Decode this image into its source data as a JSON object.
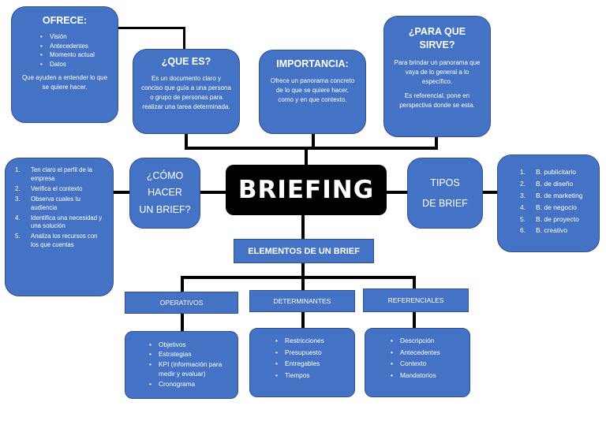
{
  "center": {
    "title": "BRIEFING"
  },
  "ofrece": {
    "title": "OFRECE:",
    "items": [
      "Visión",
      "Antecedentes",
      "Momento actual",
      "Datos"
    ],
    "text": "Que ayuden a entender lo que se quiere hacer."
  },
  "que_es": {
    "title": "¿QUE ES?",
    "text": "Es un documento claro y conciso que guía a una persona o grupo de personas para realizar una tarea determinada."
  },
  "importancia": {
    "title": "IMPORTANCIA:",
    "text": "Ofrece un panorama concreto de lo que se quiere hacer, como y en que contexto."
  },
  "para_que_sirve": {
    "title_line1": "¿PARA QUE",
    "title_line2": "SIRVE?",
    "text1": "Para brindar un panorama que vaya de lo general a lo específico.",
    "text2": "Es referencial, pone en perspectiva donde se esta."
  },
  "como_hacer": {
    "title_line1": "¿CÓMO",
    "title_line2": "HACER",
    "title_line3": "UN BRIEF?",
    "steps": [
      {
        "num": "1.",
        "text": "Ten claro el perfil de la empresa"
      },
      {
        "num": "2.",
        "text": "Verifica el contexto"
      },
      {
        "num": "3.",
        "text": "Observa cuales tu audiencia"
      },
      {
        "num": "4.",
        "text": "Identifica una necesidad y una solución"
      },
      {
        "num": "5.",
        "text": "Analiza los recursos con los que cuentas"
      }
    ]
  },
  "tipos": {
    "title_line1": "TIPOS",
    "title_line2": "DE BRIEF",
    "items": [
      {
        "num": "1.",
        "text": "B. publicitario"
      },
      {
        "num": "2.",
        "text": "B. de diseño"
      },
      {
        "num": "3.",
        "text": "B. de marketing"
      },
      {
        "num": "4.",
        "text": "B. de negocio"
      },
      {
        "num": "5.",
        "text": "B. de proyecto"
      },
      {
        "num": "6.",
        "text": "B. creativo"
      }
    ]
  },
  "elementos": {
    "title": "ELEMENTOS DE UN BRIEF"
  },
  "operativos": {
    "title": "OPERATIVOS",
    "items": [
      "Objetivos",
      "Estrategias",
      "KPI (información para medir y evaluar)",
      "Cronograma"
    ]
  },
  "determinantes": {
    "title": "DETERMINANTES",
    "items": [
      "Restricciones",
      "Presupuesto",
      "Entregables",
      "Tiempos"
    ]
  },
  "referenciales": {
    "title": "REFERENCIALES",
    "items": [
      "Descripción",
      "Antecedentes",
      "Contexto",
      "Mandatorios"
    ]
  },
  "colors": {
    "node_fill": "#4472c4",
    "node_border": "#2f528f",
    "center_fill": "#000000",
    "connector": "#000000"
  }
}
